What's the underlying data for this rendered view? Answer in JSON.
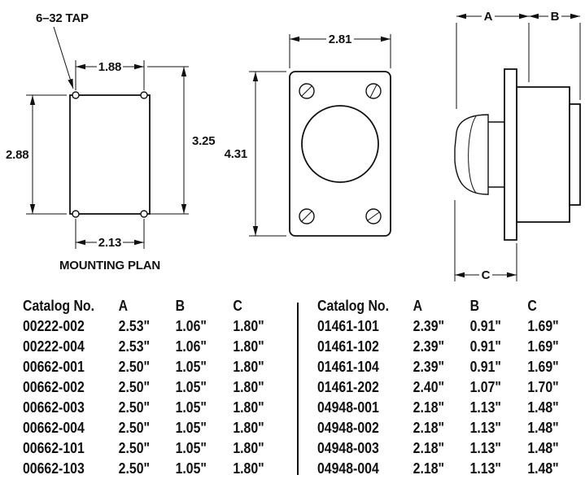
{
  "drawing": {
    "mounting_plan": {
      "tap_label": "6–32 TAP",
      "hole_spacing_width": "1.88",
      "plate_height": "2.88",
      "hole_spacing_height": "3.25",
      "hole_spacing_bottom": "2.13",
      "caption": "MOUNTING PLAN"
    },
    "front_view": {
      "width": "2.81",
      "height": "4.31"
    },
    "side_view": {
      "dim_a_label": "A",
      "dim_b_label": "B",
      "dim_c_label": "C"
    }
  },
  "tables": {
    "left": {
      "headers": [
        "Catalog No.",
        "A",
        "B",
        "C"
      ],
      "rows": [
        [
          "00222-002",
          "2.53\"",
          "1.06\"",
          "1.80\""
        ],
        [
          "00222-004",
          "2.53\"",
          "1.06\"",
          "1.80\""
        ],
        [
          "00662-001",
          "2.50\"",
          "1.05\"",
          "1.80\""
        ],
        [
          "00662-002",
          "2.50\"",
          "1.05\"",
          "1.80\""
        ],
        [
          "00662-003",
          "2.50\"",
          "1.05\"",
          "1.80\""
        ],
        [
          "00662-004",
          "2.50\"",
          "1.05\"",
          "1.80\""
        ],
        [
          "00662-101",
          "2.50\"",
          "1.05\"",
          "1.80\""
        ],
        [
          "00662-103",
          "2.50\"",
          "1.05\"",
          "1.80\""
        ]
      ]
    },
    "right": {
      "headers": [
        "Catalog No.",
        "A",
        "B",
        "C"
      ],
      "rows": [
        [
          "01461-101",
          "2.39\"",
          "0.91\"",
          "1.69\""
        ],
        [
          "01461-102",
          "2.39\"",
          "0.91\"",
          "1.69\""
        ],
        [
          "01461-104",
          "2.39\"",
          "0.91\"",
          "1.69\""
        ],
        [
          "01461-202",
          "2.40\"",
          "1.07\"",
          "1.70\""
        ],
        [
          "04948-001",
          "2.18\"",
          "1.13\"",
          "1.48\""
        ],
        [
          "04948-002",
          "2.18\"",
          "1.13\"",
          "1.48\""
        ],
        [
          "04948-003",
          "2.18\"",
          "1.13\"",
          "1.48\""
        ],
        [
          "04948-004",
          "2.18\"",
          "1.13\"",
          "1.48\""
        ]
      ]
    }
  },
  "colors": {
    "ink": "#111111",
    "background": "#ffffff"
  }
}
